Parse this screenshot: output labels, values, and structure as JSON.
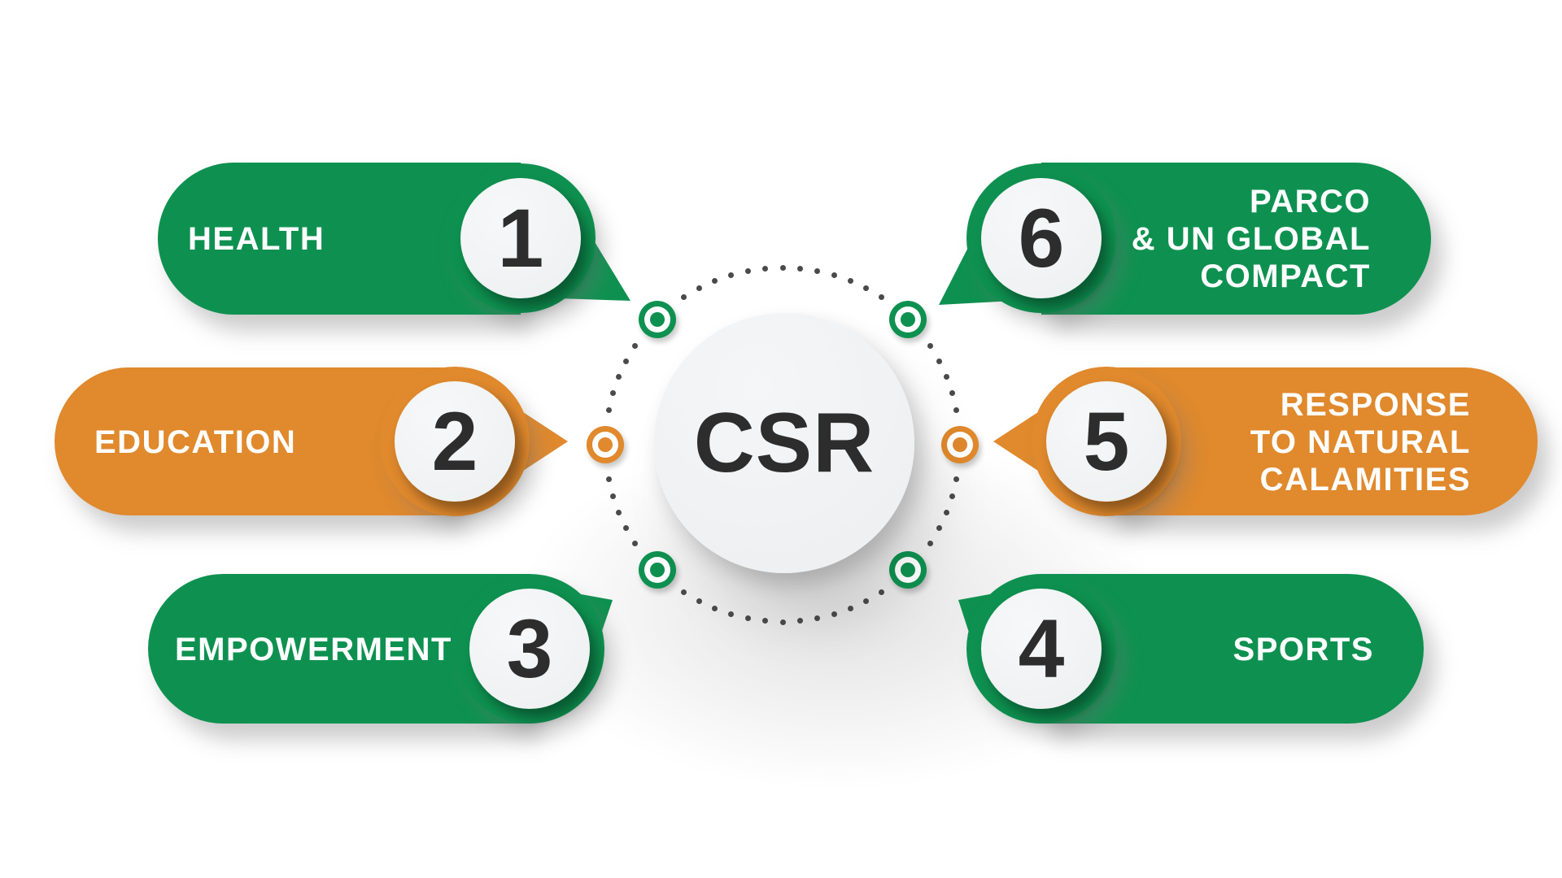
{
  "center": {
    "label": "CSR"
  },
  "colors": {
    "green": "#0e9150",
    "orange": "#e0892d",
    "number_circle_fill": "#f1f3f4",
    "center_circle_fill": "#eef0f2",
    "text_dark": "#2d2d2d",
    "label_white": "#ffffff",
    "orbit_dot_gray": "#4a4a4a",
    "background": "#ffffff"
  },
  "items": [
    {
      "number": "1",
      "label": "HEALTH",
      "lines": [
        "HEALTH"
      ],
      "color": "green"
    },
    {
      "number": "2",
      "label": "EDUCATION",
      "lines": [
        "EDUCATION"
      ],
      "color": "orange"
    },
    {
      "number": "3",
      "label": "EMPOWERMENT",
      "lines": [
        "EMPOWERMENT"
      ],
      "color": "green"
    },
    {
      "number": "4",
      "label": "SPORTS",
      "lines": [
        "SPORTS"
      ],
      "color": "green"
    },
    {
      "number": "5",
      "label": "RESPONSE TO NATURAL CALAMITIES",
      "lines": [
        "RESPONSE",
        "TO NATURAL",
        "CALAMITIES"
      ],
      "color": "orange"
    },
    {
      "number": "6",
      "label": "PARCO & UN GLOBAL COMPACT",
      "lines": [
        "PARCO",
        "& UN GLOBAL",
        "COMPACT"
      ],
      "color": "green"
    }
  ]
}
